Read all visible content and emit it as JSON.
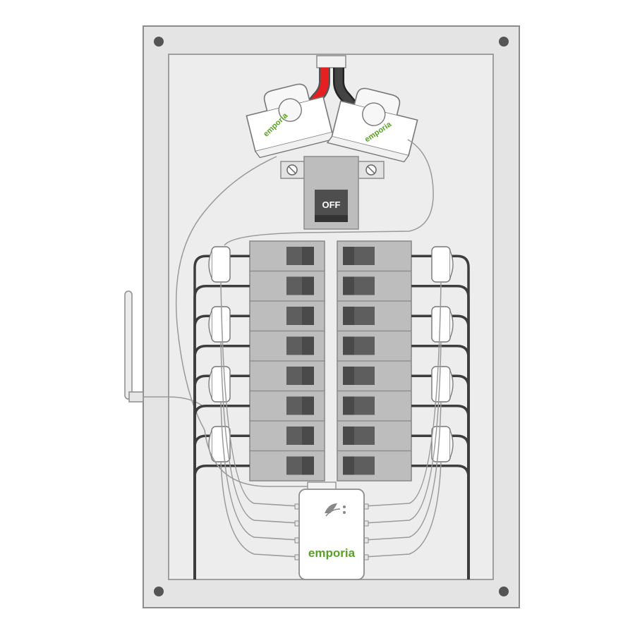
{
  "diagram": {
    "main_breaker": {
      "label": "OFF"
    },
    "main_clamps": [
      {
        "brand": "emporia"
      },
      {
        "brand": "emporia"
      }
    ],
    "monitor": {
      "brand": "emporia"
    },
    "breaker_rows": 8,
    "circuit_clamps_per_side": 4,
    "colors": {
      "panel": "#e4e4e5",
      "panel_outline": "#8c8c8c",
      "breaker_fill": "#bdbdbd",
      "breaker_toggle": "#5e5e5e",
      "circuit_wire": "#3d3d3d",
      "sensor_lead": "#9a9a9a",
      "hot_wire": "#e62020",
      "neutral_wire": "#444444",
      "brand_green": "#5aa028"
    }
  }
}
